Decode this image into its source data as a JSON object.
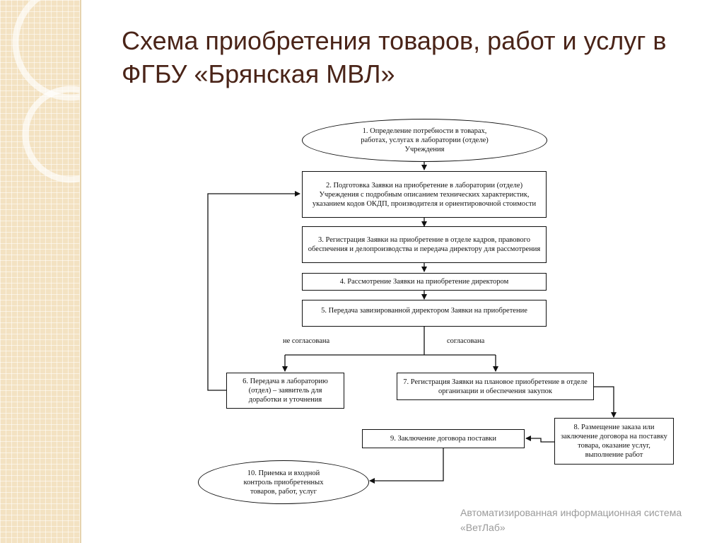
{
  "slide": {
    "title": "Схема приобретения товаров, работ и услуг в ФГБУ «Брянская МВЛ»",
    "footer": "Автоматизированная информационная система «ВетЛаб»"
  },
  "flow": {
    "steps": [
      {
        "id": 1,
        "shape": "ellipse",
        "text": "1. Определение потребности в товарах, работах, услугах в лаборатории (отделе) Учреждения"
      },
      {
        "id": 2,
        "shape": "rect",
        "text": "2. Подготовка Заявки на приобретение в лаборатории (отделе) Учреждения с подробным описанием технических характеристик, указанием кодов ОКДП, производителя и ориентировочной стоимости"
      },
      {
        "id": 3,
        "shape": "rect",
        "text": "3. Регистрация Заявки на приобретение в отделе кадров, правового обеспечения и делопроизводства и передача директору для рассмотрения"
      },
      {
        "id": 4,
        "shape": "rect",
        "text": "4. Рассмотрение Заявки на приобретение директором"
      },
      {
        "id": 5,
        "shape": "rect",
        "text": "5. Передача завизированной директором Заявки на приобретение"
      },
      {
        "id": 6,
        "shape": "rect",
        "text": "6. Передача в лабораторию (отдел) – заявитель для доработки и уточнения"
      },
      {
        "id": 7,
        "shape": "rect",
        "text": "7. Регистрация  Заявки на плановое приобретение в отделе организации  и обеспечения закупок"
      },
      {
        "id": 8,
        "shape": "rect",
        "text": "8.  Размещение заказа  или заключение договора на поставку товара, оказание услуг, выполнение работ"
      },
      {
        "id": 9,
        "shape": "rect",
        "text": "9. Заключение договора поставки"
      },
      {
        "id": 10,
        "shape": "ellipse",
        "text": "10. Приемка и входной контроль приобретенных товаров, работ, услуг"
      }
    ],
    "branches": {
      "rejected": "не согласована",
      "approved": "согласована"
    },
    "edges": [
      {
        "from": 1,
        "to": 2
      },
      {
        "from": 2,
        "to": 3
      },
      {
        "from": 3,
        "to": 4
      },
      {
        "from": 4,
        "to": 5
      },
      {
        "from": 5,
        "to": 6,
        "label": "не согласована"
      },
      {
        "from": 5,
        "to": 7,
        "label": "согласована"
      },
      {
        "from": 6,
        "to": 2
      },
      {
        "from": 7,
        "to": 8
      },
      {
        "from": 8,
        "to": 9
      },
      {
        "from": 9,
        "to": 10
      }
    ]
  }
}
